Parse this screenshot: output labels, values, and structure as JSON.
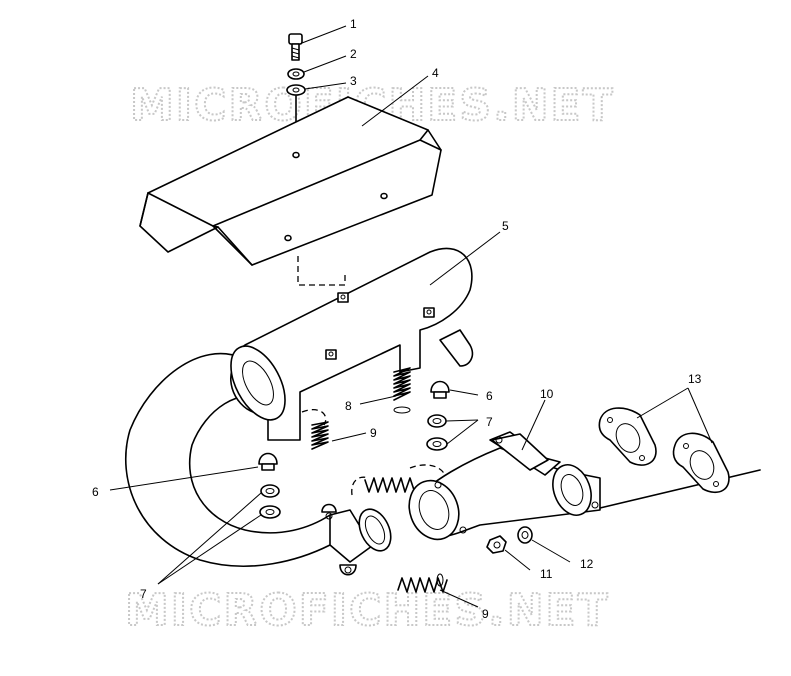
{
  "watermark": {
    "text": "MICROFICHES.NET",
    "color": "#c8c8c8"
  },
  "callouts": [
    {
      "id": "c1",
      "label": "1"
    },
    {
      "id": "c2",
      "label": "2"
    },
    {
      "id": "c3",
      "label": "3"
    },
    {
      "id": "c4",
      "label": "4"
    },
    {
      "id": "c5",
      "label": "5"
    },
    {
      "id": "c6a",
      "label": "6"
    },
    {
      "id": "c6b",
      "label": "6"
    },
    {
      "id": "c7a",
      "label": "7"
    },
    {
      "id": "c7b",
      "label": "7"
    },
    {
      "id": "c8",
      "label": "8"
    },
    {
      "id": "c9a",
      "label": "9"
    },
    {
      "id": "c9b",
      "label": "9"
    },
    {
      "id": "c10",
      "label": "10"
    },
    {
      "id": "c11",
      "label": "11"
    },
    {
      "id": "c12",
      "label": "12"
    },
    {
      "id": "c13",
      "label": "13"
    }
  ]
}
